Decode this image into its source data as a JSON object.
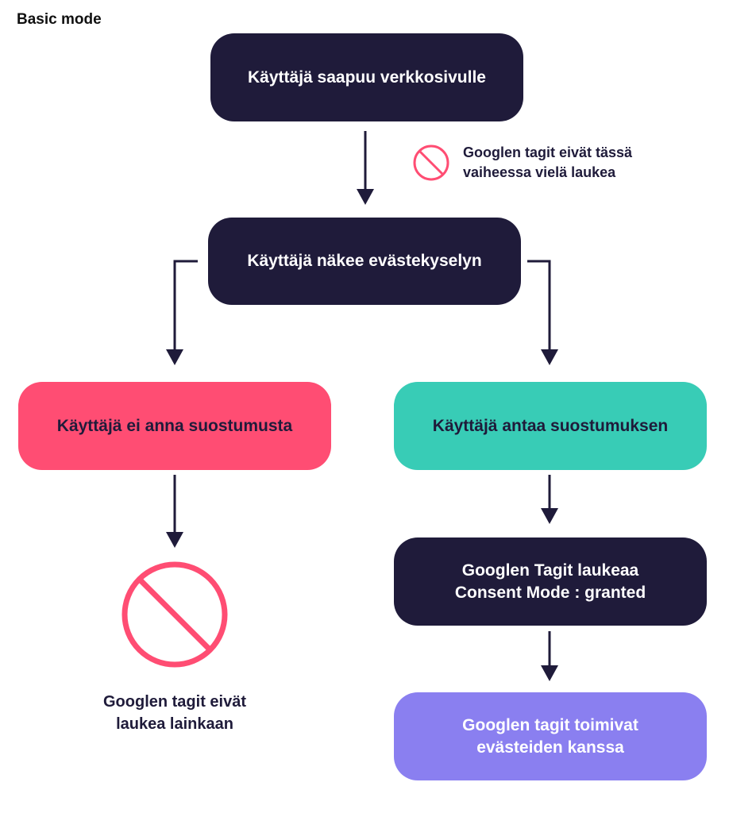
{
  "mode_label": "Basic mode",
  "colors": {
    "dark": "#1f1b3a",
    "red": "#ff4d73",
    "teal": "#38ccb6",
    "purple": "#8a7ff0",
    "arrow": "#1f1b3a",
    "prohibited_icon": "#ff4d73"
  },
  "nodes": {
    "arrive": "Käyttäjä saapuu verkkosivulle",
    "banner": "Käyttäjä näkee evästekyselyn",
    "deny": "Käyttäjä ei anna suostumusta",
    "accept": "Käyttäjä antaa suostumuksen",
    "fire": {
      "line1": "Googlen Tagit laukeaa",
      "line2": "Consent Mode : granted"
    },
    "work": {
      "line1": "Googlen tagit toimivat",
      "line2": "evästeiden kanssa"
    }
  },
  "notes": {
    "not_yet": {
      "line1": "Googlen tagit eivät tässä",
      "line2": "vaiheessa vielä laukea",
      "icon": "prohibited-icon"
    },
    "never": {
      "line1": "Googlen tagit eivät",
      "line2": "laukea lainkaan",
      "icon": "prohibited-icon"
    }
  }
}
